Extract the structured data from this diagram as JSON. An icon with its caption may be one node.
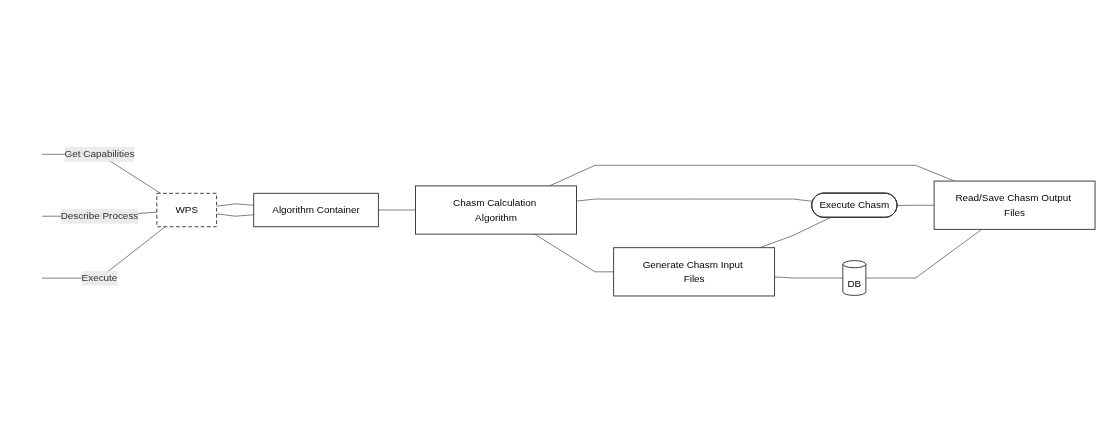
{
  "diagram": {
    "nodes": [
      {
        "text": [
          "WPS"
        ]
      },
      {
        "text": [
          "Algorithm Container"
        ]
      },
      {
        "text": [
          "Chasm Calculation Algorithm"
        ]
      },
      {
        "text": [
          "Generate Chasm Input Files"
        ]
      },
      {
        "text": [
          "Execute Chasm"
        ]
      },
      {
        "text": [
          "DB"
        ]
      },
      {
        "text": [
          "Read/Save Chasm Output Files"
        ]
      }
    ],
    "edges": [
      {
        "from": null,
        "to": 0,
        "arrow": "none",
        "label": "Get Capabilities"
      },
      {
        "from": null,
        "to": 0,
        "arrow": "none",
        "label": "Describe Process"
      },
      {
        "from": null,
        "to": 0,
        "arrow": "none",
        "label": "Execute"
      },
      {
        "from": 0,
        "to": 1,
        "arrow": "none"
      },
      {
        "from": 0,
        "to": 1,
        "arrow": "none"
      },
      {
        "from": 1,
        "to": 2,
        "arrow": "none"
      },
      {
        "from": 2,
        "to": 3,
        "arrow": "none"
      },
      {
        "from": 2,
        "to": 4,
        "arrow": "none"
      },
      {
        "from": 2,
        "to": 6,
        "arrow": "none"
      },
      {
        "from": 3,
        "to": 4,
        "arrow": "none"
      },
      {
        "from": 3,
        "to": 5,
        "arrow": "none"
      },
      {
        "from": 4,
        "to": 6,
        "arrow": "none"
      },
      {
        "from": 5,
        "to": 6,
        "arrow": "none"
      }
    ]
  }
}
